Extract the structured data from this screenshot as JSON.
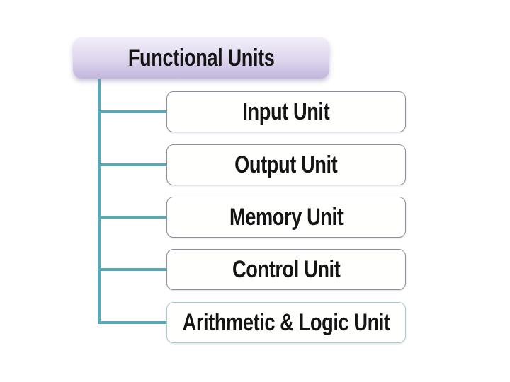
{
  "diagram": {
    "type": "hierarchy",
    "root": {
      "label": "Functional Units"
    },
    "children": [
      {
        "label": "Input Unit"
      },
      {
        "label": "Output Unit"
      },
      {
        "label": "Memory Unit"
      },
      {
        "label": "Control Unit"
      },
      {
        "label": "Arithmetic & Logic Unit"
      }
    ],
    "colors": {
      "connector": "#58a9b7",
      "root_grad_top": "#f2eef9",
      "root_grad_mid": "#ded5ed",
      "root_grad_bottom": "#c2b6dc",
      "child_border": "#8f8d9a",
      "alu_border": "#a5cbd5",
      "text": "#141414"
    }
  }
}
